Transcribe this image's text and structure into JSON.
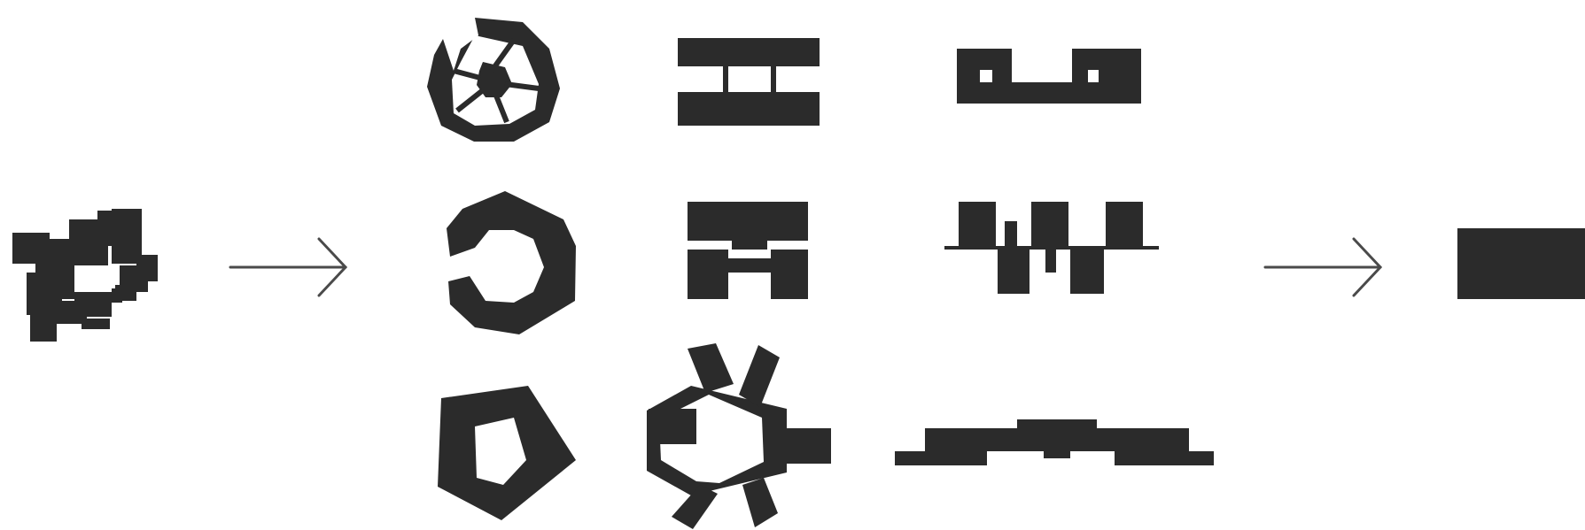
{
  "colors": {
    "background": "#ffffff",
    "shape_fill": "#2b2b2b",
    "arrow_stroke": "#4a4a4a"
  },
  "stages": {
    "input_shape": "irregular-pixelated-blob-with-hole",
    "candidate_shapes": [
      "ring-with-hub-and-spokes",
      "double-bar-with-window",
      "bar-with-two-windows",
      "notched-hexagonal-ring",
      "stacked-bars-with-feet",
      "comb-with-teeth",
      "pentagon-ring",
      "hexagon-ring-with-six-blocks",
      "stepped-flat-plate"
    ],
    "output_shape": "solid-rectangle"
  },
  "icons": {
    "arrow_1": "right-arrow-icon",
    "arrow_2": "right-arrow-icon"
  }
}
